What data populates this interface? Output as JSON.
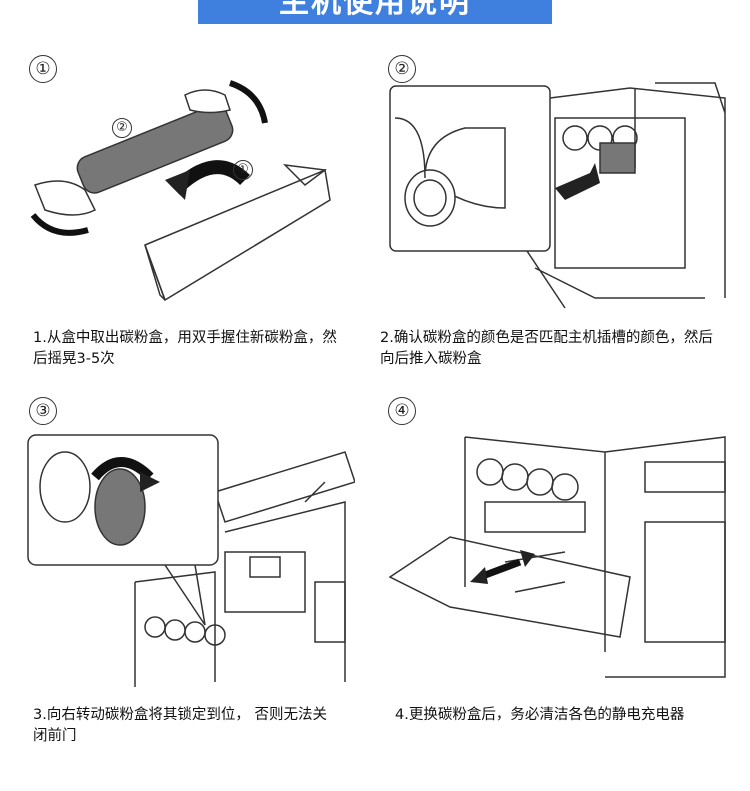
{
  "header": {
    "title": "主机使用说明"
  },
  "steps": [
    {
      "number": "①",
      "sub_labels": [
        "②",
        "①"
      ],
      "caption": "1.从盒中取出碳粉盒，用双手握住新碳粉盒，然后摇晃3-5次"
    },
    {
      "number": "②",
      "caption": "2.确认碳粉盒的颜色是否匹配主机插槽的颜色，然后向后推入碳粉盒"
    },
    {
      "number": "③",
      "caption": "3.向右转动碳粉盒将其锁定到位， 否则无法关闭前门"
    },
    {
      "number": "④",
      "caption": "4.更换碳粉盒后，务必清洁各色的静电充电器"
    }
  ]
}
